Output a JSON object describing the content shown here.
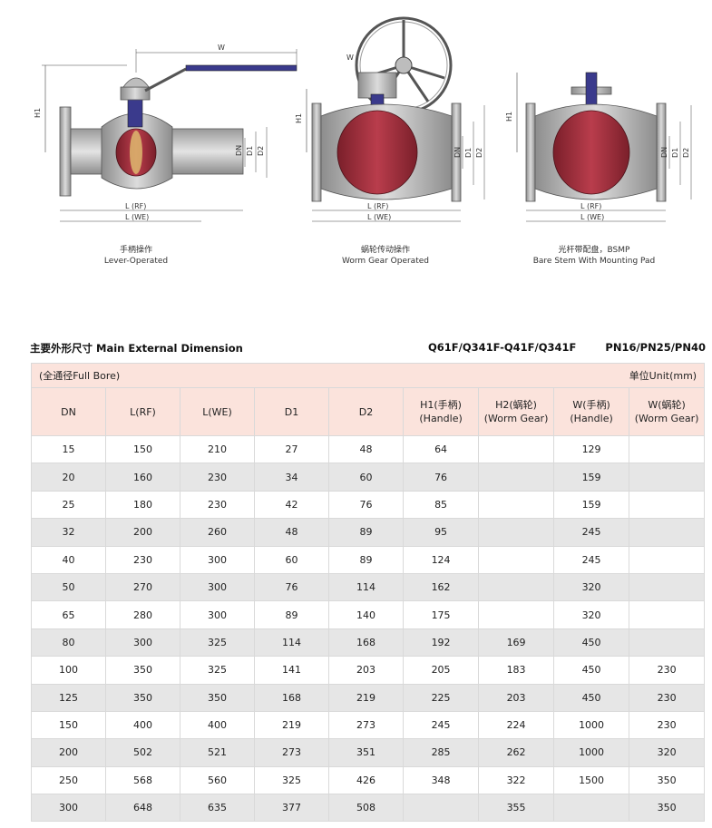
{
  "drawings": [
    {
      "caption_cn": "手柄操作",
      "caption_en": "Lever-Operated",
      "labels": {
        "w": "W",
        "h1": "H1",
        "dn": "DN",
        "d1": "D1",
        "d2": "D2",
        "lrf": "L (RF)",
        "lwe": "L (WE)"
      }
    },
    {
      "caption_cn": "蜗轮传动操作",
      "caption_en": "Worm Gear Operated",
      "labels": {
        "w": "W",
        "h1": "H1",
        "dn": "DN",
        "d1": "D1",
        "d2": "D2",
        "lrf": "L (RF)",
        "lwe": "L (WE)"
      }
    },
    {
      "caption_cn": "光杆带配盘，BSMP",
      "caption_en": "Bare Stem With Mounting Pad",
      "labels": {
        "h1": "H1",
        "dn": "DN",
        "d1": "D1",
        "d2": "D2",
        "lrf": "L (RF)",
        "lwe": "L (WE)"
      }
    }
  ],
  "heading": {
    "title": "主要外形尺寸 Main External Dimension",
    "models": "Q61F/Q341F-Q41F/Q341F",
    "pressure": "PN16/PN25/PN40"
  },
  "table": {
    "bore_note": "(全通径Full Bore)",
    "unit_note": "单位Unit(mm)",
    "columns": [
      [
        "DN"
      ],
      [
        "L(RF)"
      ],
      [
        "L(WE)"
      ],
      [
        "D1"
      ],
      [
        "D2"
      ],
      [
        "H1(手柄)",
        "(Handle)"
      ],
      [
        "H2(蜗轮)",
        "(Worm Gear)"
      ],
      [
        "W(手柄)",
        "(Handle)"
      ],
      [
        "W(蜗轮)",
        "(Worm Gear)"
      ]
    ],
    "rows": [
      [
        "15",
        "150",
        "210",
        "27",
        "48",
        "64",
        "",
        "129",
        ""
      ],
      [
        "20",
        "160",
        "230",
        "34",
        "60",
        "76",
        "",
        "159",
        ""
      ],
      [
        "25",
        "180",
        "230",
        "42",
        "76",
        "85",
        "",
        "159",
        ""
      ],
      [
        "32",
        "200",
        "260",
        "48",
        "89",
        "95",
        "",
        "245",
        ""
      ],
      [
        "40",
        "230",
        "300",
        "60",
        "89",
        "124",
        "",
        "245",
        ""
      ],
      [
        "50",
        "270",
        "300",
        "76",
        "114",
        "162",
        "",
        "320",
        ""
      ],
      [
        "65",
        "280",
        "300",
        "89",
        "140",
        "175",
        "",
        "320",
        ""
      ],
      [
        "80",
        "300",
        "325",
        "114",
        "168",
        "192",
        "169",
        "450",
        ""
      ],
      [
        "100",
        "350",
        "325",
        "141",
        "203",
        "205",
        "183",
        "450",
        "230"
      ],
      [
        "125",
        "350",
        "350",
        "168",
        "219",
        "225",
        "203",
        "450",
        "230"
      ],
      [
        "150",
        "400",
        "400",
        "219",
        "273",
        "245",
        "224",
        "1000",
        "230"
      ],
      [
        "200",
        "502",
        "521",
        "273",
        "351",
        "285",
        "262",
        "1000",
        "320"
      ],
      [
        "250",
        "568",
        "560",
        "325",
        "426",
        "348",
        "322",
        "1500",
        "350"
      ],
      [
        "300",
        "648",
        "635",
        "377",
        "508",
        "",
        "355",
        "",
        "350"
      ]
    ]
  },
  "colors": {
    "header_bg": "#fbe3dc",
    "row_alt_bg": "#e6e6e6",
    "ball": "#a0303f",
    "handle": "#3a3a8c"
  }
}
